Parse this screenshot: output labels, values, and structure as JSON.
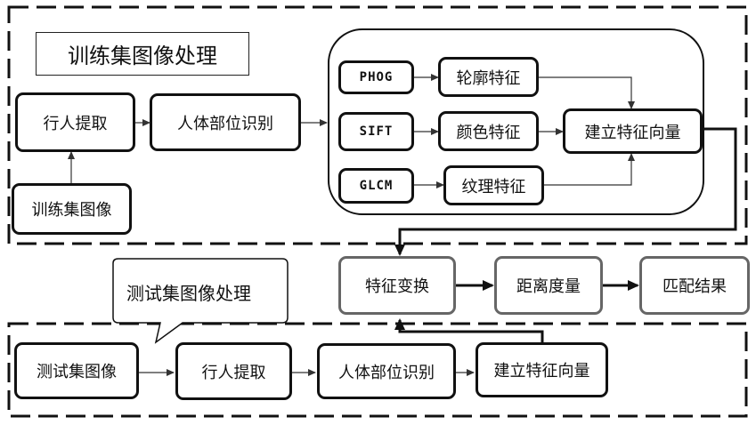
{
  "training": {
    "title": "训练集图像处理",
    "image": "训练集图像",
    "pedestrian": "行人提取",
    "body_parts": "人体部位识别",
    "algorithms": [
      "PHOG",
      "SIFT",
      "GLCM"
    ],
    "features": [
      "轮廓特征",
      "颜色特征",
      "纹理特征"
    ],
    "vector": "建立特征向量"
  },
  "testing": {
    "title": "测试集图像处理",
    "image": "测试集图像",
    "pedestrian": "行人提取",
    "body_parts": "人体部位识别",
    "vector": "建立特征向量"
  },
  "matching": {
    "transform": "特征变换",
    "distance": "距离度量",
    "result": "匹配结果"
  }
}
